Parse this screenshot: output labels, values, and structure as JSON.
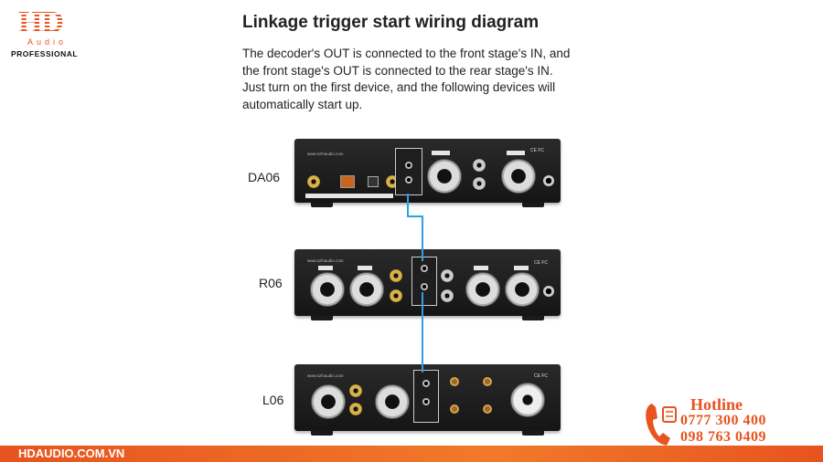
{
  "brand": {
    "logo_main": "HD",
    "logo_sub": "Audio",
    "logo_tag": "PROFESSIONAL"
  },
  "heading": {
    "title": "Linkage trigger start wiring diagram",
    "description_lines": [
      "The decoder's OUT is connected to the front stage's IN, and",
      "the front stage's OUT is connected to the rear stage's IN.",
      "Just turn on the first device, and the following devices will",
      "automatically start up."
    ]
  },
  "devices": [
    {
      "label": "DA06",
      "website": "www.szfxaudio.com"
    },
    {
      "label": "R06",
      "website": "www.szfxaudio.com"
    },
    {
      "label": "L06",
      "website": "www.szfxaudio.com"
    }
  ],
  "wire_color": "#2e9ee6",
  "accent_color": "#e8531f",
  "hotline": {
    "title": "Hotline",
    "numbers": [
      "0777 300 400",
      "098 763 0409"
    ],
    "icon": "phone-icon"
  },
  "footer": {
    "text": "HDAUDIO.COM.VN"
  }
}
